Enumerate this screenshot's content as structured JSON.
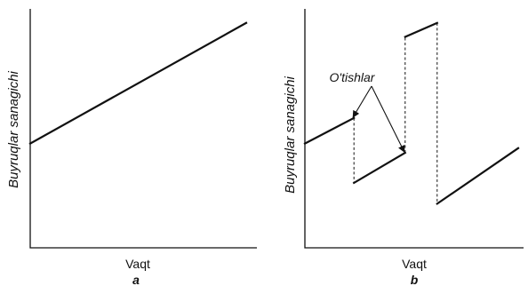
{
  "chart_data": [
    {
      "type": "line",
      "panel_label": "a",
      "xlabel": "Vaqt",
      "ylabel": "Buyruqlar sanagichi",
      "xlim": [
        0,
        10
      ],
      "ylim": [
        0,
        10
      ],
      "grid": false,
      "series": [
        {
          "x": [
            0,
            10
          ],
          "y": [
            4.5,
            9.7
          ]
        }
      ]
    },
    {
      "type": "line",
      "panel_label": "b",
      "xlabel": "Vaqt",
      "ylabel": "Buyruqlar sanagichi",
      "xlim": [
        0,
        10
      ],
      "ylim": [
        0,
        10
      ],
      "grid": false,
      "series": [
        {
          "x": [
            0,
            2.3
          ],
          "y": [
            4.5,
            5.6
          ]
        },
        {
          "x": [
            2.3,
            4.7
          ],
          "y": [
            2.8,
            4.1
          ]
        },
        {
          "x": [
            4.7,
            6.2
          ],
          "y": [
            9.1,
            9.7
          ]
        },
        {
          "x": [
            6.2,
            10
          ],
          "y": [
            1.9,
            4.3
          ]
        }
      ],
      "jumps": [
        {
          "x": 2.3,
          "from": 5.6,
          "to": 2.8
        },
        {
          "x": 4.7,
          "from": 4.1,
          "to": 9.1
        },
        {
          "x": 6.2,
          "from": 9.7,
          "to": 1.9
        }
      ],
      "annotation": {
        "text": "O'tishlar",
        "targets": [
          {
            "x": 2.3,
            "y": 5.6
          },
          {
            "x": 4.7,
            "y": 4.1
          }
        ]
      }
    }
  ]
}
